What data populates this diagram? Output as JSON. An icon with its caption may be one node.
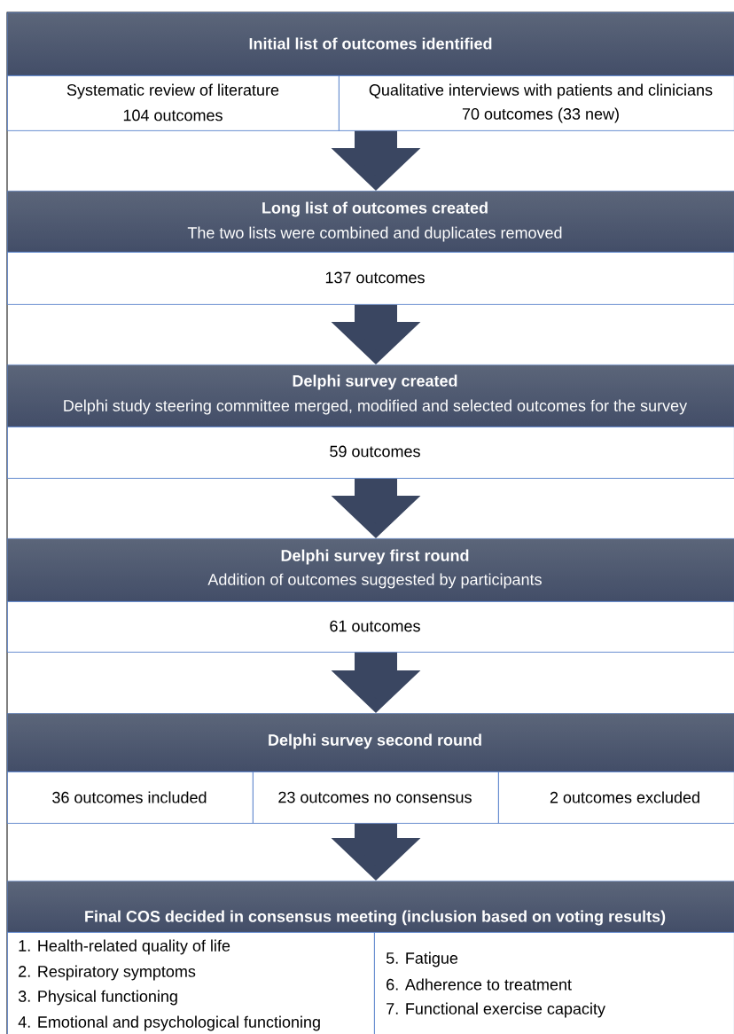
{
  "diagram": {
    "nodes": [
      {
        "text": [
          "Initial list of outcomes identified"
        ]
      },
      {
        "text": [
          "Systematic review of literature",
          "104 outcomes"
        ]
      },
      {
        "text": [
          "Qualitative interviews with patients and clinicians",
          "70 outcomes (33 new)"
        ]
      },
      {
        "text": [
          "Long list of outcomes created",
          "The two lists were combined and duplicates removed"
        ]
      },
      {
        "text": [
          "137 outcomes"
        ]
      },
      {
        "text": [
          "Delphi survey created",
          "Delphi study steering committee merged, modified and selected outcomes for the survey"
        ]
      },
      {
        "text": [
          "59 outcomes"
        ]
      },
      {
        "text": [
          "Delphi survey first round",
          "Addition of outcomes suggested by participants"
        ]
      },
      {
        "text": [
          "61 outcomes"
        ]
      },
      {
        "text": [
          "Delphi survey second round"
        ]
      },
      {
        "text": [
          "36 outcomes included"
        ]
      },
      {
        "text": [
          "23 outcomes no consensus"
        ]
      },
      {
        "text": [
          "2 outcomes excluded"
        ]
      },
      {
        "text": [
          "Final COS decided in consensus meeting (inclusion based on voting results)"
        ]
      },
      {
        "text": [
          "1. Health-related quality of life",
          "2. Respiratory symptoms",
          "3. Physical functioning",
          "4. Emotional and psychological functioning"
        ]
      },
      {
        "text": [
          "5. Fatigue",
          "6. Adherence to treatment",
          "7. Functional exercise capacity"
        ]
      }
    ],
    "edges": [
      {
        "from": 2,
        "to": 3,
        "arrow": "to"
      },
      {
        "from": 4,
        "to": 5,
        "arrow": "to"
      },
      {
        "from": 6,
        "to": 7,
        "arrow": "to"
      },
      {
        "from": 8,
        "to": 9,
        "arrow": "to"
      },
      {
        "from": 11,
        "to": 13,
        "arrow": "to"
      }
    ]
  }
}
